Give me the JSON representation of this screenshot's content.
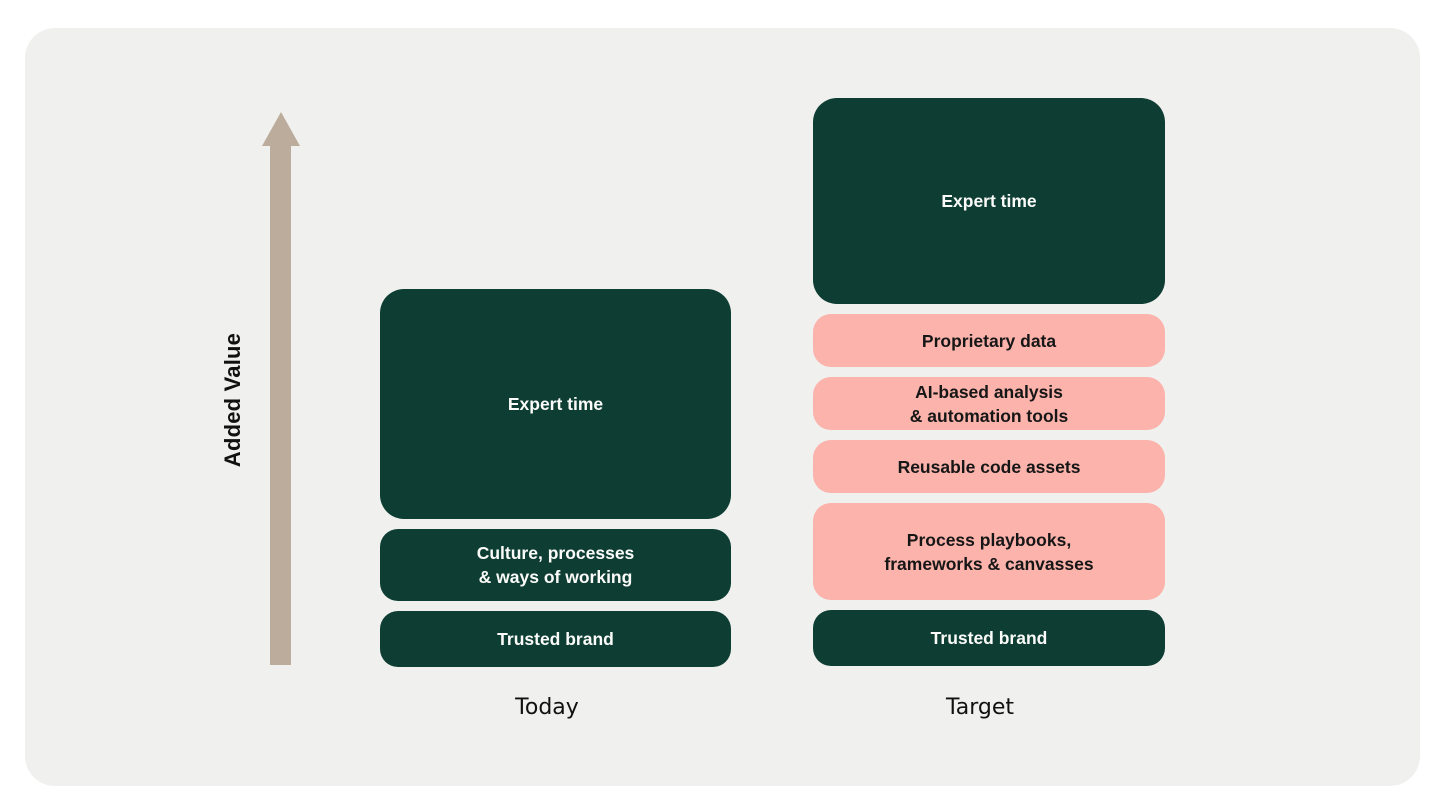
{
  "palette": {
    "page_bg": "#ffffff",
    "card_bg": "#f0f0ee",
    "dark_green": "#0e3e33",
    "pink": "#fbb3ab",
    "arrow_tan": "#bcac9c",
    "text_dark": "#161616",
    "text_light": "#fbfbf9"
  },
  "axis": {
    "label": "Added Value",
    "arrow_icon": "up-arrow"
  },
  "columns": [
    {
      "id": "today",
      "label": "Today",
      "blocks": [
        {
          "text": "Expert time",
          "variant": "green"
        },
        {
          "text": "Culture, processes\n& ways of working",
          "variant": "green"
        },
        {
          "text": "Trusted brand",
          "variant": "green"
        }
      ]
    },
    {
      "id": "target",
      "label": "Target",
      "blocks": [
        {
          "text": "Expert time",
          "variant": "green"
        },
        {
          "text": "Proprietary data",
          "variant": "pink"
        },
        {
          "text": "AI-based analysis\n& automation tools",
          "variant": "pink"
        },
        {
          "text": "Reusable code assets",
          "variant": "pink"
        },
        {
          "text": "Process playbooks,\nframeworks & canvasses",
          "variant": "pink"
        },
        {
          "text": "Trusted brand",
          "variant": "green"
        }
      ]
    }
  ]
}
